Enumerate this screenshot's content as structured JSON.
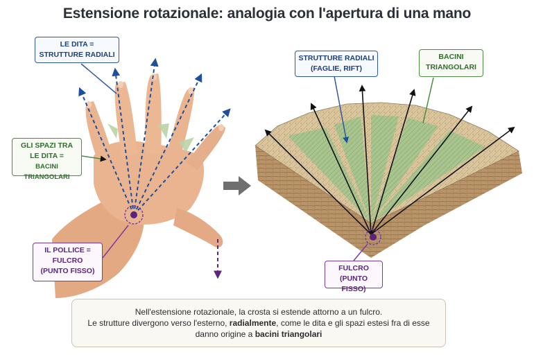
{
  "title": "Estensione rotazionale: analogia con l'apertura di una mano",
  "labels": {
    "fingers_line1": "LE DITA =",
    "fingers_line2": "STRUTTURE RADIALI",
    "gaps_line1": "GLI SPAZI TRA",
    "gaps_line2": "LE DITA =",
    "gaps_line3": "BACINI TRIANGOLARI",
    "thumb_line1": "IL POLLICE =",
    "thumb_line2": "FULCRO",
    "thumb_line3": "(PUNTO FISSO)",
    "radial_line1": "STRUTTURE RADIALI",
    "radial_line2": "(FAGLIE, RIFT)",
    "basins_line1": "BACINI",
    "basins_line2": "TRIANGOLARI",
    "fulcrum_line1": "FULCRO",
    "fulcrum_line2": "(PUNTO FISSO)"
  },
  "caption": {
    "line1": "Nell'estensione rotazionale, la crosta si estende attorno a un fulcro.",
    "line2_pre": "Le strutture divergono verso l'esterno, ",
    "line2_bold": "radialmente",
    "line2_post": ", come le dita e gli spazi estesi fra di esse",
    "line3_pre": "danno origine a ",
    "line3_bold": "bacini triangolari"
  },
  "colors": {
    "blue": "#2d5a9e",
    "green": "#4b8c3e",
    "purple": "#7a3aa6",
    "skin": "#e8b48e",
    "rock": "#d8c29a",
    "basin": "#9cbf86"
  }
}
